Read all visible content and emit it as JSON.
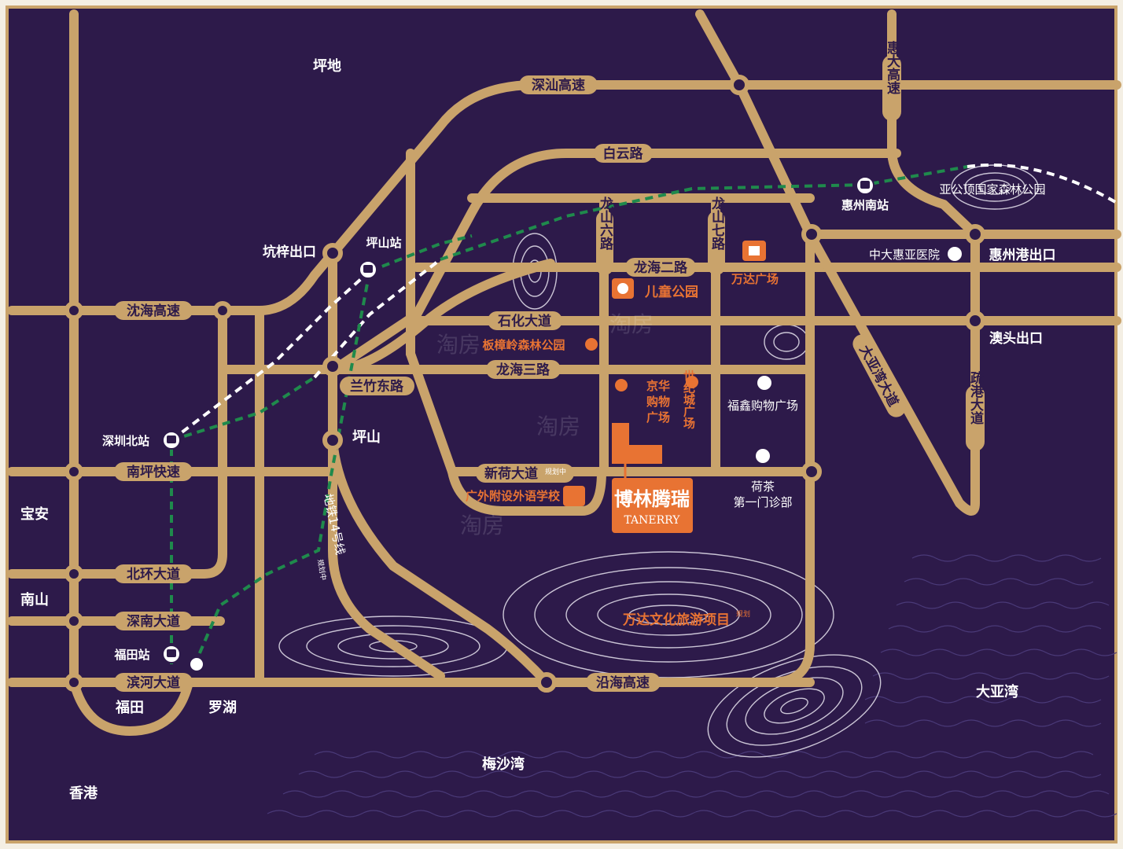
{
  "colors": {
    "background": "#2d1a4a",
    "road": "#c9a36b",
    "poi": "#e87333",
    "rail": "#1f8a4c",
    "frame": "#c9a36b"
  },
  "places": {
    "pingdi": "坪地",
    "baoan": "宝安",
    "nanshan": "南山",
    "futian": "福田",
    "luohu": "罗湖",
    "hongkong": "香港",
    "meishawan": "梅沙湾",
    "dayawan": "大亚湾",
    "pingshan": "坪山"
  },
  "roads": {
    "shenshan": "深汕高速",
    "baiyun": "白云路",
    "shenhai": "沈海高速",
    "nanping": "南坪快速",
    "beihuan": "北环大道",
    "shennan": "深南大道",
    "binhe": "滨河大道",
    "yanhai": "沿海高速",
    "lanzhudong": "兰竹东路",
    "shihua": "石化大道",
    "longhai2": "龙海二路",
    "longhai3": "龙海三路",
    "xinhe": "新荷大道",
    "xinhe_note": "规划中",
    "longshan6": "龙山六路",
    "longshan7": "龙山七路",
    "huida": "惠大高速",
    "dayawan_road": "大亚湾大道",
    "shugang": "疏港大道",
    "metro14": "地铁14号线",
    "metro14_note": "规划中"
  },
  "exits": {
    "kengzi": "坑梓出口",
    "huizhougang": "惠州港出口",
    "aotou": "澳头出口"
  },
  "stations": {
    "pingshan": "坪山站",
    "shenzhenbei": "深圳北站",
    "futian": "福田站",
    "huizhounan": "惠州南站"
  },
  "pois": {
    "wanda_plaza": "万达广场",
    "children_park": "儿童公园",
    "banzhangling": "板樟岭森林公园",
    "jinghua": "京华购物广场",
    "shijicheng": "世纪城广场",
    "fuxin": "福鑫购物广场",
    "waiyu_school": "广外附设外语学校",
    "clinic": "荷茶第一门诊部",
    "zhongda_hospital": "中大惠亚医院",
    "yagongding": "亚公顶国家森林公园",
    "wanda_tourism": "万达文化旅游项目",
    "wanda_tourism_note": "规划"
  },
  "project": {
    "name_cn": "博林腾瑞",
    "name_en": "TANERRY"
  },
  "watermark": "淘房"
}
